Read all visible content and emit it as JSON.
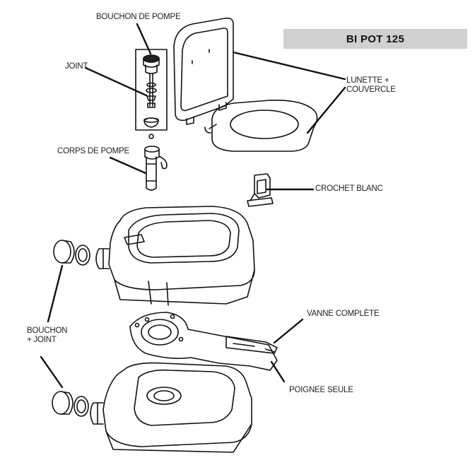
{
  "title": "BI POT 125",
  "labels": {
    "bouchon_pompe": "BOUCHON DE POMPE",
    "joint": "JOINT",
    "corps_pompe": "CORPS DE POMPE",
    "lunette_line1": "LUNETTE +",
    "lunette_line2": "COUVERCLE",
    "crochet": "CROCHET BLANC",
    "bouchon_joint_line1": "BOUCHON",
    "bouchon_joint_line2": "+ JOINT",
    "vanne": "VANNE COMPLÈTE",
    "poignee": "POIGNEE SEULE"
  },
  "colors": {
    "title_bar": "#d0d0d0",
    "line": "#111111"
  }
}
